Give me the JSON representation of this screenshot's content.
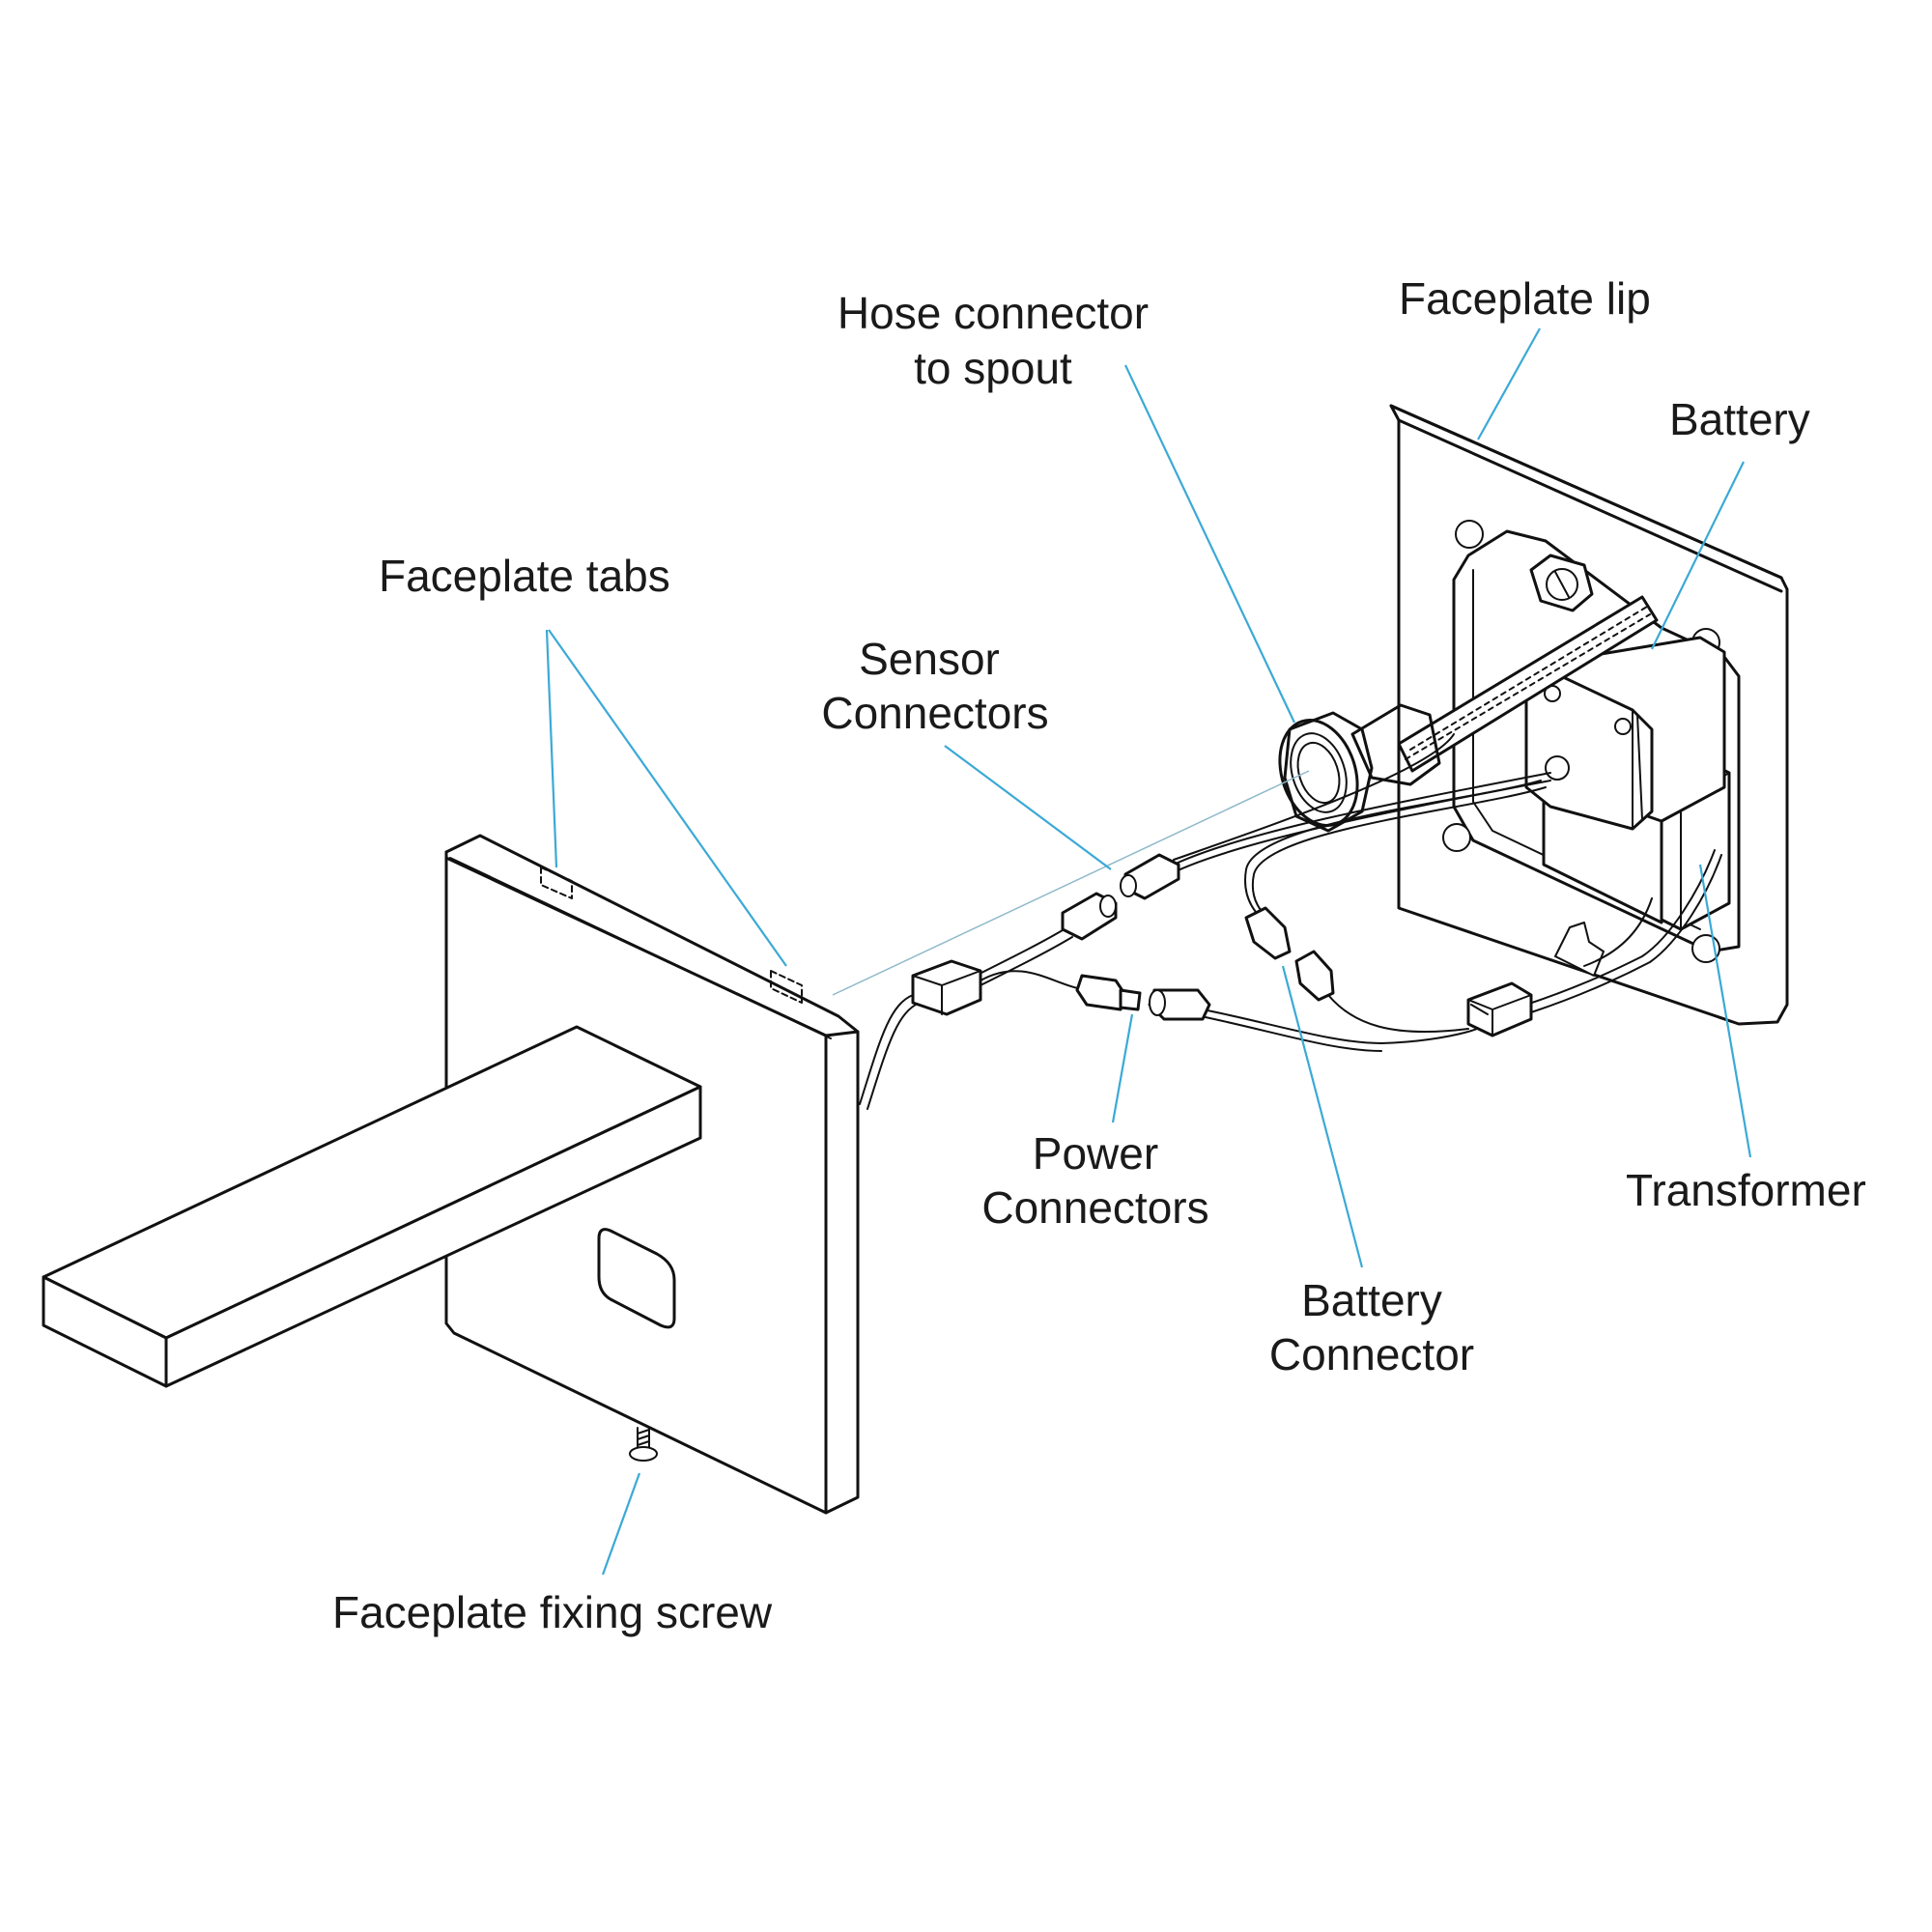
{
  "labels": {
    "hose_connector_line1": "Hose connector",
    "hose_connector_line2": "to spout",
    "faceplate_lip": "Faceplate lip",
    "battery": "Battery",
    "faceplate_tabs": "Faceplate tabs",
    "sensor_line1": "Sensor",
    "sensor_line2": "Connectors",
    "power_line1": "Power",
    "power_line2": "Connectors",
    "transformer": "Transformer",
    "battery_conn_line1": "Battery",
    "battery_conn_line2": "Connector",
    "fixing_screw": "Faceplate fixing screw"
  },
  "colors": {
    "leader": "#3ba9d6",
    "hose_connector": "#42bde8",
    "sensor_window": "#9b8574",
    "outline": "#111111"
  }
}
